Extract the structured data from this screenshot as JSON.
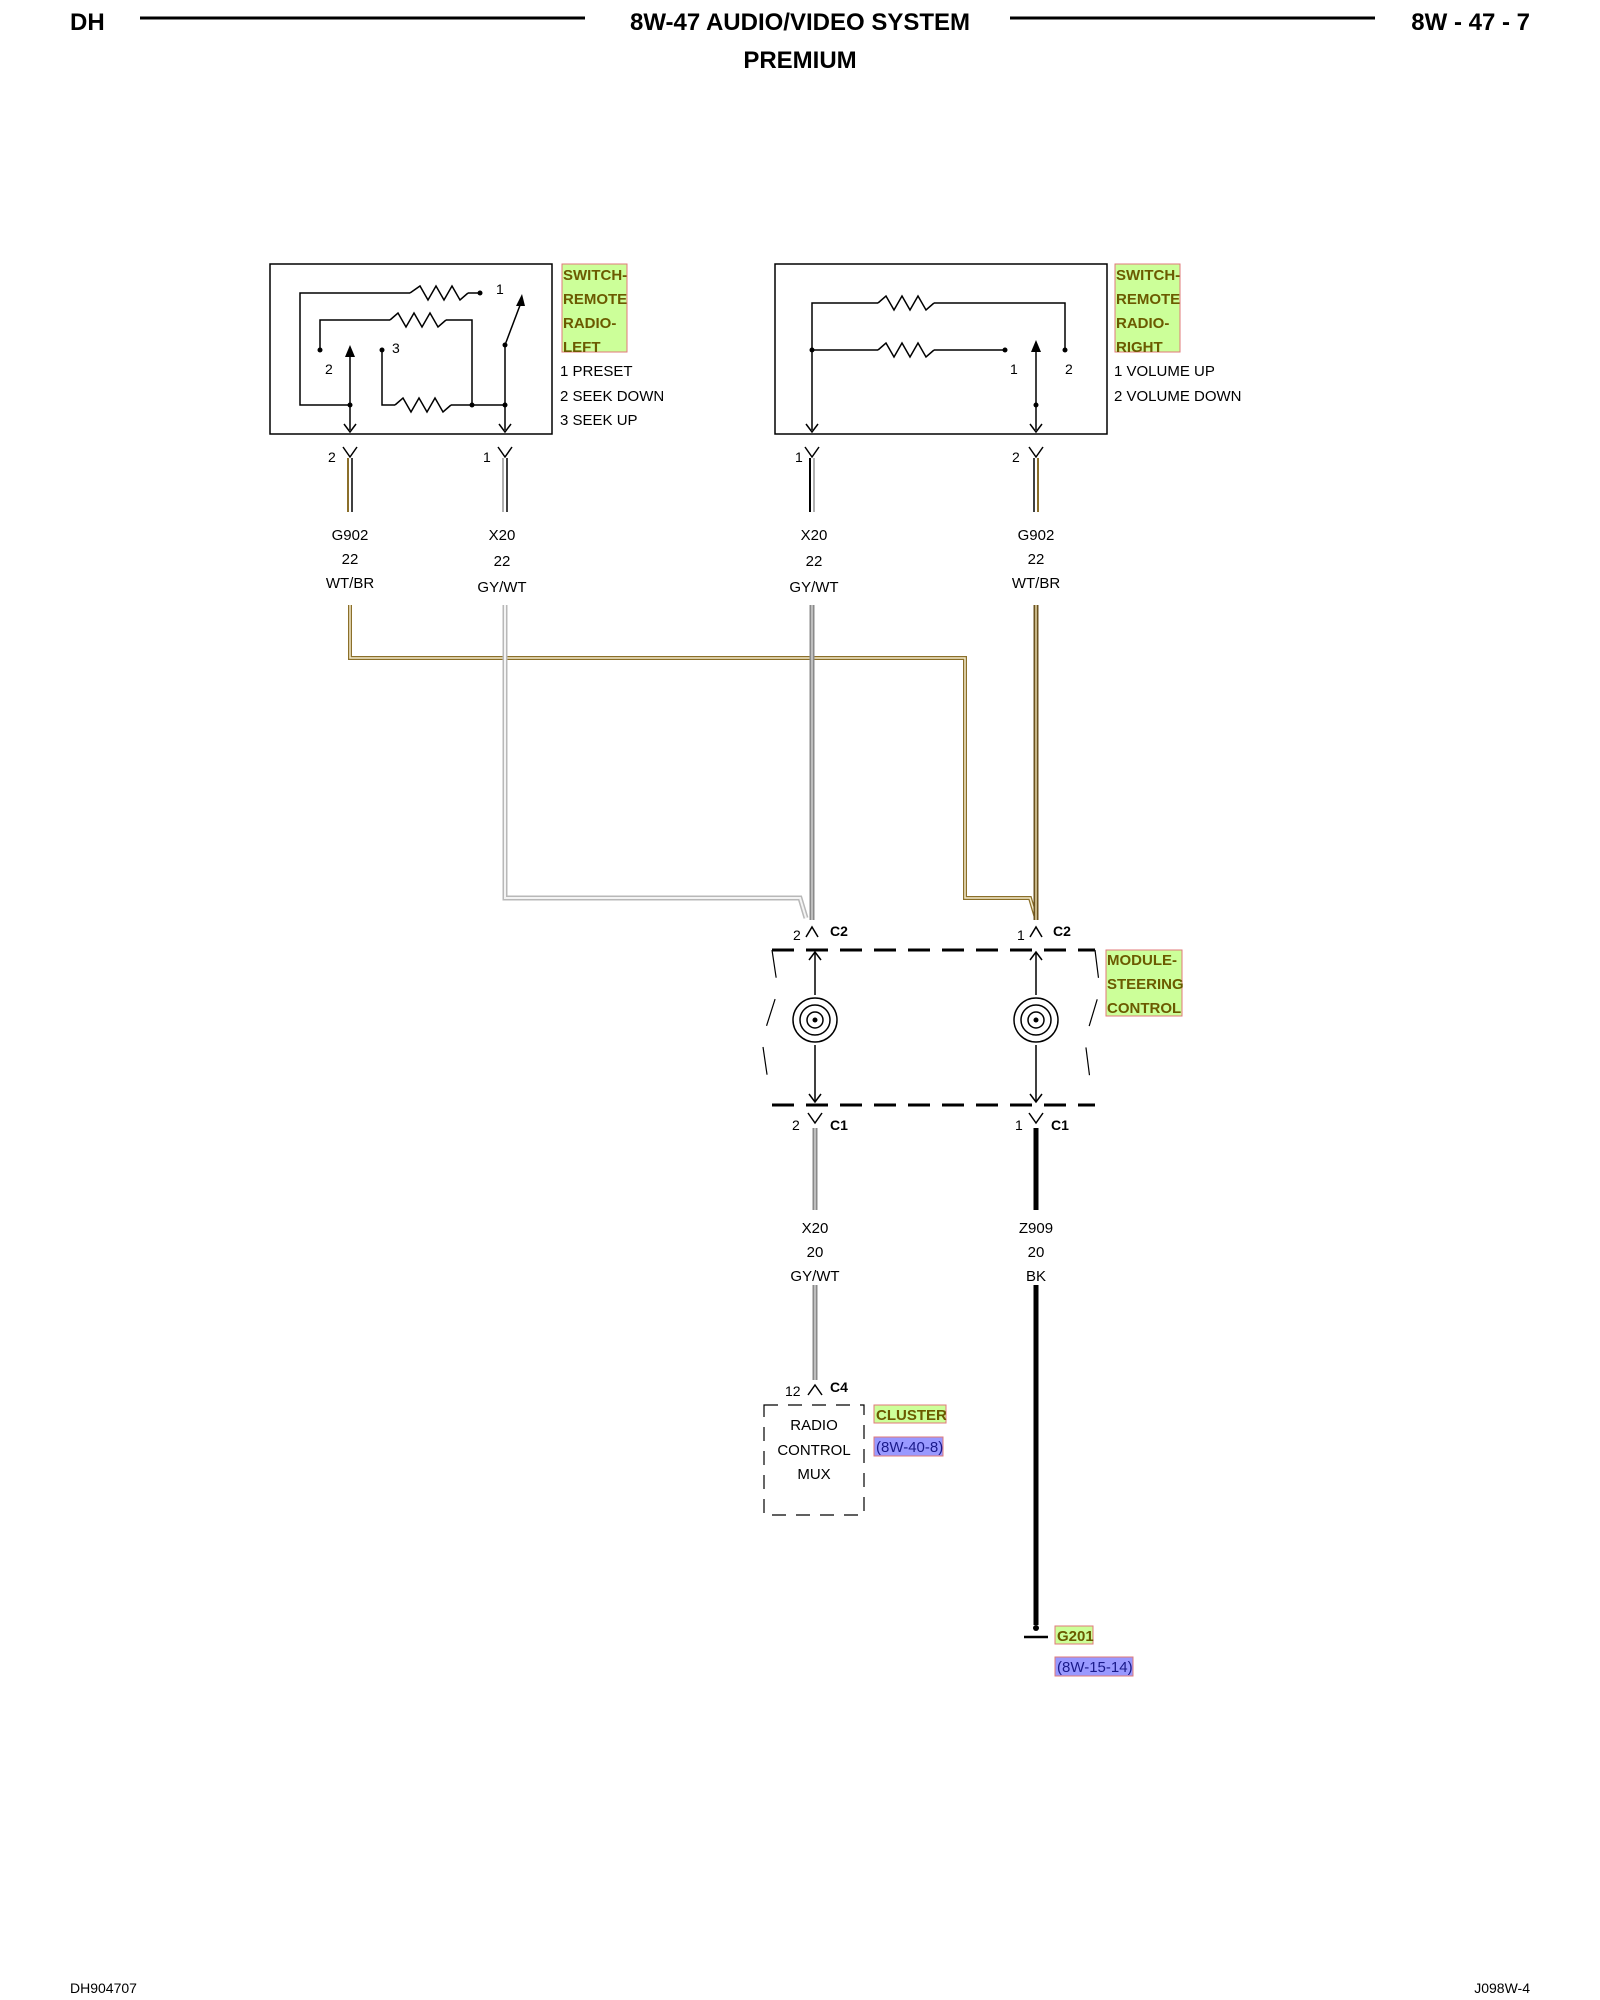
{
  "header": {
    "left": "DH",
    "title": "8W-47 AUDIO/VIDEO SYSTEM",
    "subtitle": "PREMIUM",
    "right": "8W - 47 - 7"
  },
  "switch_left": {
    "name_lines": [
      "SWITCH-",
      "REMOTE",
      "RADIO-",
      "LEFT"
    ],
    "functions": [
      "1 PRESET",
      "2 SEEK DOWN",
      "3 SEEK UP"
    ],
    "internal_pins": [
      "1",
      "2",
      "3"
    ],
    "connector_pins": [
      "2",
      "1"
    ]
  },
  "switch_right": {
    "name_lines": [
      "SWITCH-",
      "REMOTE",
      "RADIO-",
      "RIGHT"
    ],
    "functions": [
      "1 VOLUME UP",
      "2 VOLUME DOWN"
    ],
    "internal_pins": [
      "1",
      "2"
    ],
    "connector_pins": [
      "1",
      "2"
    ]
  },
  "wires_upper": [
    {
      "circuit": "G902",
      "gauge": "22",
      "color": "WT/BR"
    },
    {
      "circuit": "X20",
      "gauge": "22",
      "color": "GY/WT"
    },
    {
      "circuit": "X20",
      "gauge": "22",
      "color": "GY/WT"
    },
    {
      "circuit": "G902",
      "gauge": "22",
      "color": "WT/BR"
    }
  ],
  "module": {
    "name_lines": [
      "MODULE-",
      "STEERING",
      "CONTROL"
    ],
    "c2_left_pin": "2",
    "c2_right_pin": "1",
    "c2_label": "C2",
    "c1_left_pin": "2",
    "c1_right_pin": "1",
    "c1_label": "C1"
  },
  "wires_lower": [
    {
      "circuit": "X20",
      "gauge": "20",
      "color": "GY/WT"
    },
    {
      "circuit": "Z909",
      "gauge": "20",
      "color": "BK"
    }
  ],
  "cluster": {
    "pin": "12",
    "connector": "C4",
    "box_lines": [
      "RADIO",
      "CONTROL",
      "MUX"
    ],
    "name": "CLUSTER",
    "ref": "(8W-40-8)"
  },
  "ground": {
    "name": "G201",
    "ref": "(8W-15-14)"
  },
  "footer": {
    "left": "DH904707",
    "right": "J098W-4"
  },
  "colors": {
    "component_highlight": "#ccff99",
    "reference_highlight": "#9999ff",
    "wire_gy_wt": "#b8b8b8",
    "wire_wt_br": "#8b6f2a",
    "wire_bk": "#000000"
  }
}
